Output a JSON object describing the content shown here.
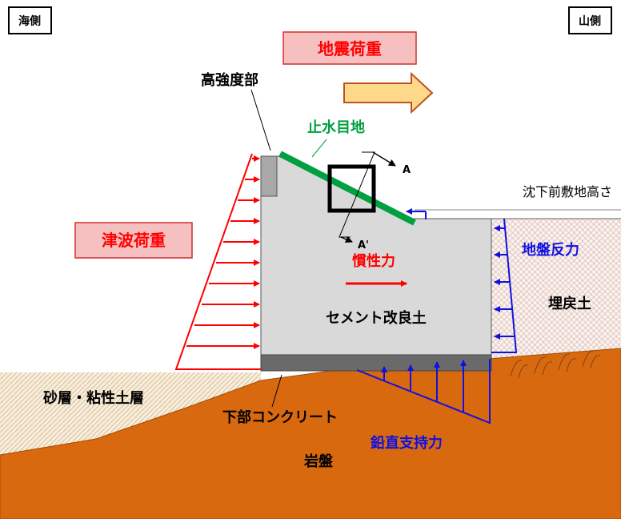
{
  "labels": {
    "sea_side": "海側",
    "mountain_side": "山側",
    "seismic_load": "地震荷重",
    "high_strength": "高強度部",
    "water_joint": "止水目地",
    "section_a": "A",
    "section_a_prime": "A'",
    "ground_level_before": "沈下前敷地高さ",
    "tsunami_load": "津波荷重",
    "inertia": "慣性力",
    "ground_reaction": "地盤反力",
    "cement_soil": "セメント改良土",
    "backfill": "埋戻土",
    "sand_clay": "砂層・粘性土層",
    "lower_concrete": "下部コンクリート",
    "vertical_support": "鉛直支持力",
    "bedrock": "岩盤"
  },
  "colors": {
    "red": "#ff0000",
    "blue": "#1010e0",
    "green": "#00a040",
    "bedrock": "#d9690f",
    "cement": "#d9d9d9",
    "label_box_fill": "#f7c0c0",
    "label_box_stroke": "#d03030",
    "arrow_fill": "#ffd98a",
    "arrow_stroke": "#c05020"
  }
}
